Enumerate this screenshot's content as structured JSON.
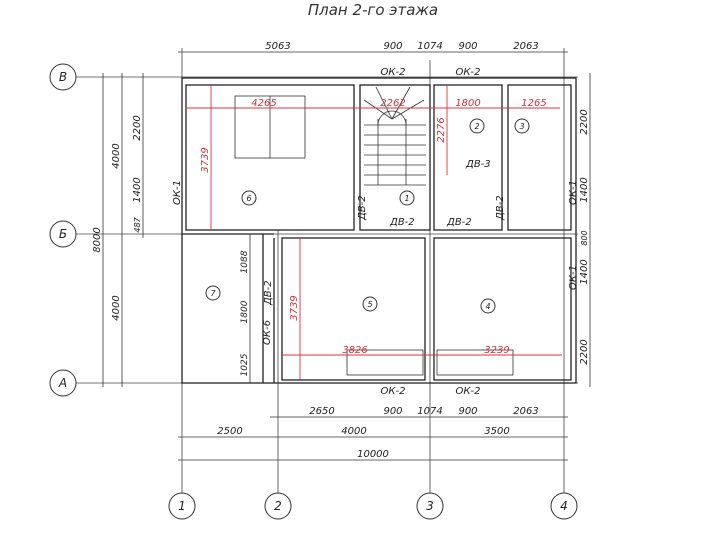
{
  "title": "План 2-го этажа",
  "axes": {
    "rows": [
      "В",
      "Б",
      "А"
    ],
    "cols": [
      "1",
      "2",
      "3",
      "4"
    ]
  },
  "rooms": [
    "1",
    "2",
    "3",
    "4",
    "5",
    "6",
    "7"
  ],
  "dims_top": [
    "5063",
    "900",
    "1074",
    "900",
    "2063"
  ],
  "dims_bottom_1": [
    "2650",
    "900",
    "1074",
    "900",
    "2063"
  ],
  "dims_bottom_2": [
    "2500",
    "4000",
    "3500"
  ],
  "dims_bottom_total": "10000",
  "dims_left_total": "8000",
  "dims_left_axes": [
    "4000",
    "4000"
  ],
  "dims_left_openings": [
    "2200",
    "1400",
    "487"
  ],
  "dims_right": [
    "2200",
    "1400",
    "800",
    "1400",
    "2200"
  ],
  "dims_inner": [
    "1088",
    "1800",
    "1025"
  ],
  "red_dims": [
    "4265",
    "3739",
    "2262",
    "1800",
    "1265",
    "2276",
    "3739",
    "3826",
    "3239"
  ],
  "labels": {
    "ok2": "ОК-2",
    "ok1": "ОК-1",
    "ok6": "ОК-6",
    "dv2": "ДВ-2",
    "dv3": "ДВ-3"
  },
  "colors": {
    "lines": "#222222",
    "red_dims": "#e0303a"
  }
}
